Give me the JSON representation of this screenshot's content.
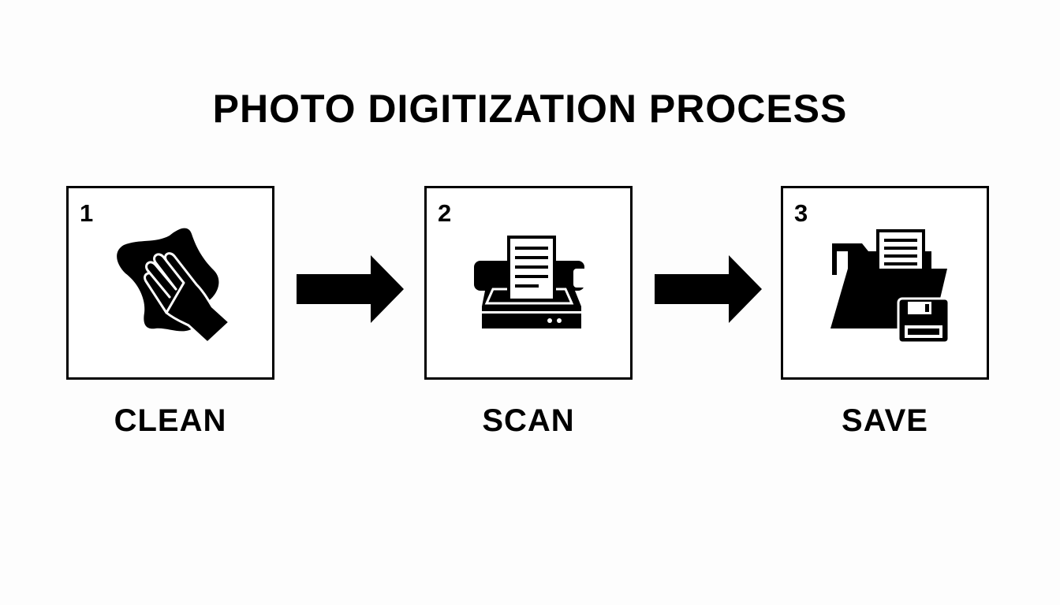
{
  "title": "PHOTO DIGITIZATION PROCESS",
  "steps": [
    {
      "number": "1",
      "label": "CLEAN",
      "icon": "hand-wiping-cloth-icon"
    },
    {
      "number": "2",
      "label": "SCAN",
      "icon": "scanner-icon"
    },
    {
      "number": "3",
      "label": "SAVE",
      "icon": "folder-save-icon"
    }
  ],
  "colors": {
    "foreground": "#000000",
    "background": "#fdfdfd"
  }
}
